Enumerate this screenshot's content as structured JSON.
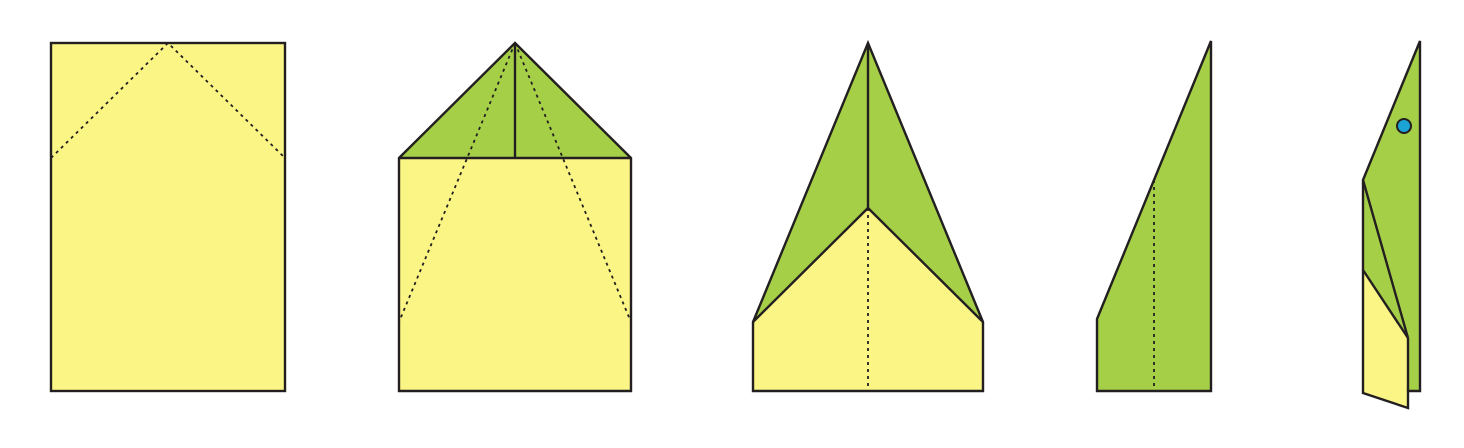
{
  "diagram": {
    "type": "paper-airplane-folding-steps",
    "step_count": 5,
    "colors": {
      "paper_front": "#fbf585",
      "paper_back": "#a6cf48",
      "outline": "#231f20",
      "marker": "#1ba3d6"
    },
    "steps": [
      {
        "state": "flat sheet with two diagonal fold lines"
      },
      {
        "state": "top corners folded to center"
      },
      {
        "state": "sides folded to center line"
      },
      {
        "state": "folded in half along center"
      },
      {
        "state": "wings folded down, marker on nose"
      }
    ]
  }
}
